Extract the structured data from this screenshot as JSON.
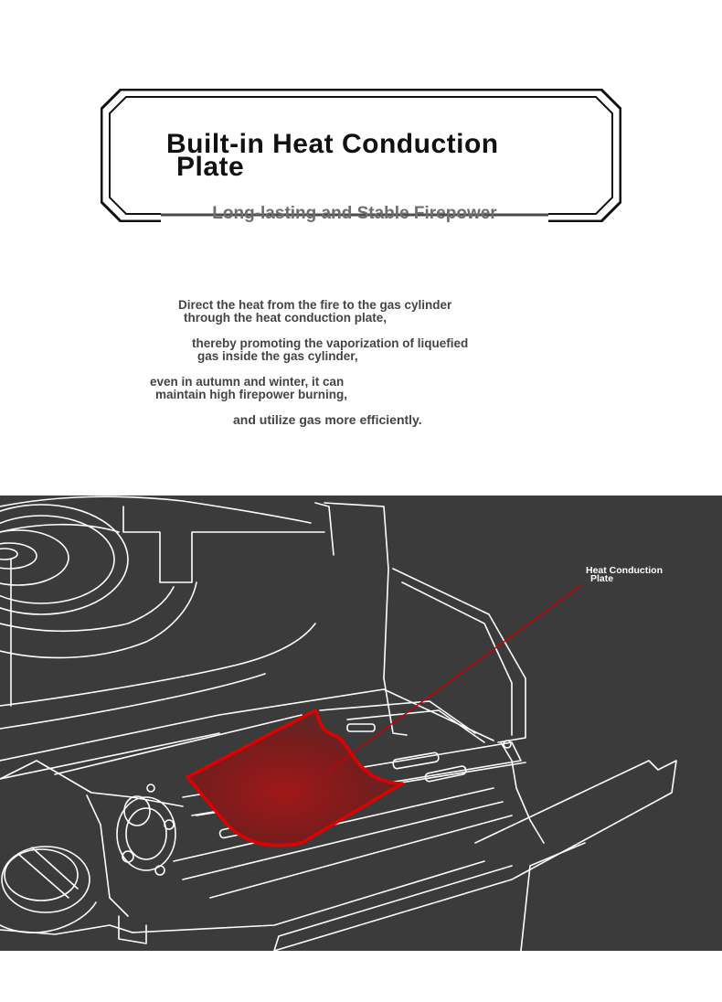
{
  "header": {
    "title_line1": "Built-in Heat Conduction",
    "title_line2": "Plate",
    "subtitle": "Long-lasting and Stable Firepower"
  },
  "description": {
    "p1_a": "Direct the heat from the fire to the gas cylinder",
    "p1_b": "through the heat conduction plate,",
    "p2_a": "thereby promoting the vaporization of liquefied",
    "p2_b": "gas inside the gas cylinder,",
    "p3_a": "even in autumn and winter, it can",
    "p3_b": "maintain high firepower burning,",
    "p4": "and utilize gas more efficiently."
  },
  "illustration": {
    "callout_line1": "Heat Conduction",
    "callout_line2": "Plate",
    "colors": {
      "background": "#3b3b3b",
      "outline": "#ffffff",
      "highlight": "#e00000",
      "plate_fill": "#8b1a1a"
    }
  }
}
